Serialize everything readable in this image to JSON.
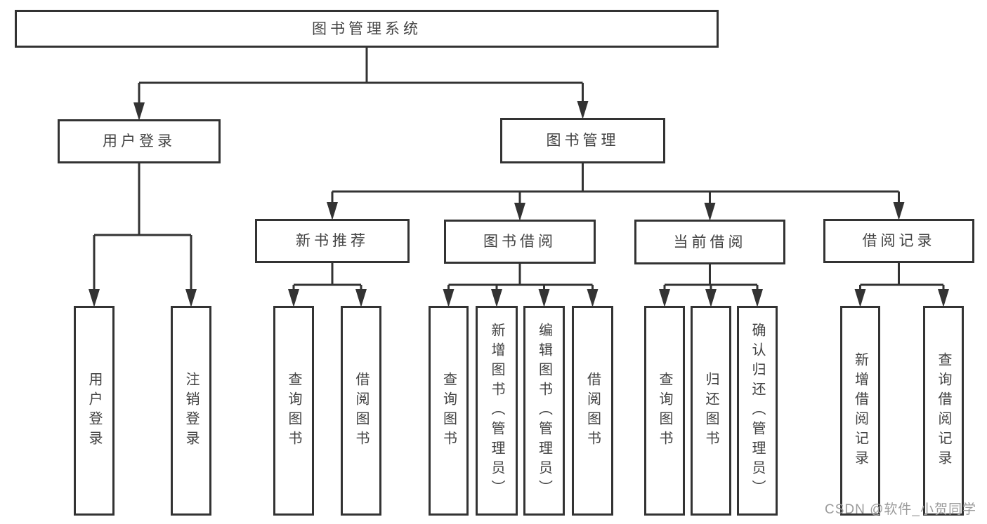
{
  "diagram": {
    "nodes": [
      {
        "id": "root",
        "label": "图书管理系统"
      },
      {
        "id": "user-login",
        "label": "用户登录",
        "parent": "root"
      },
      {
        "id": "book-mgmt",
        "label": "图书管理",
        "parent": "root"
      },
      {
        "id": "new-rec",
        "label": "新书推荐",
        "parent": "book-mgmt"
      },
      {
        "id": "book-borrow",
        "label": "图书借阅",
        "parent": "book-mgmt"
      },
      {
        "id": "cur-borrow",
        "label": "当前借阅",
        "parent": "book-mgmt"
      },
      {
        "id": "borrow-rec",
        "label": "借阅记录",
        "parent": "book-mgmt"
      },
      {
        "id": "ul-login",
        "label": "用户登录",
        "parent": "user-login",
        "vertical": true
      },
      {
        "id": "ul-logout",
        "label": "注销登录",
        "parent": "user-login",
        "vertical": true
      },
      {
        "id": "nr-query",
        "label": "查询图书",
        "parent": "new-rec",
        "vertical": true
      },
      {
        "id": "nr-borrow",
        "label": "借阅图书",
        "parent": "new-rec",
        "vertical": true
      },
      {
        "id": "bb-query",
        "label": "查询图书",
        "parent": "book-borrow",
        "vertical": true
      },
      {
        "id": "bb-add",
        "label": "新增图书（管理员）",
        "parent": "book-borrow",
        "vertical": true
      },
      {
        "id": "bb-edit",
        "label": "编辑图书（管理员）",
        "parent": "book-borrow",
        "vertical": true
      },
      {
        "id": "bb-borrow",
        "label": "借阅图书",
        "parent": "book-borrow",
        "vertical": true
      },
      {
        "id": "cb-query",
        "label": "查询图书",
        "parent": "cur-borrow",
        "vertical": true
      },
      {
        "id": "cb-return",
        "label": "归还图书",
        "parent": "cur-borrow",
        "vertical": true
      },
      {
        "id": "cb-confirm",
        "label": "确认归还（管理员）",
        "parent": "cur-borrow",
        "vertical": true
      },
      {
        "id": "br-add",
        "label": "新增借阅记录",
        "parent": "borrow-rec",
        "vertical": true
      },
      {
        "id": "br-query",
        "label": "查询借阅记录",
        "parent": "borrow-rec",
        "vertical": true
      }
    ],
    "watermark": "CSDN @软件_小贺同学",
    "colors": {
      "line": "#333333",
      "box_border": "#333333",
      "text": "#424242",
      "watermark": "#9b9b9b",
      "background": "#ffffff"
    }
  }
}
